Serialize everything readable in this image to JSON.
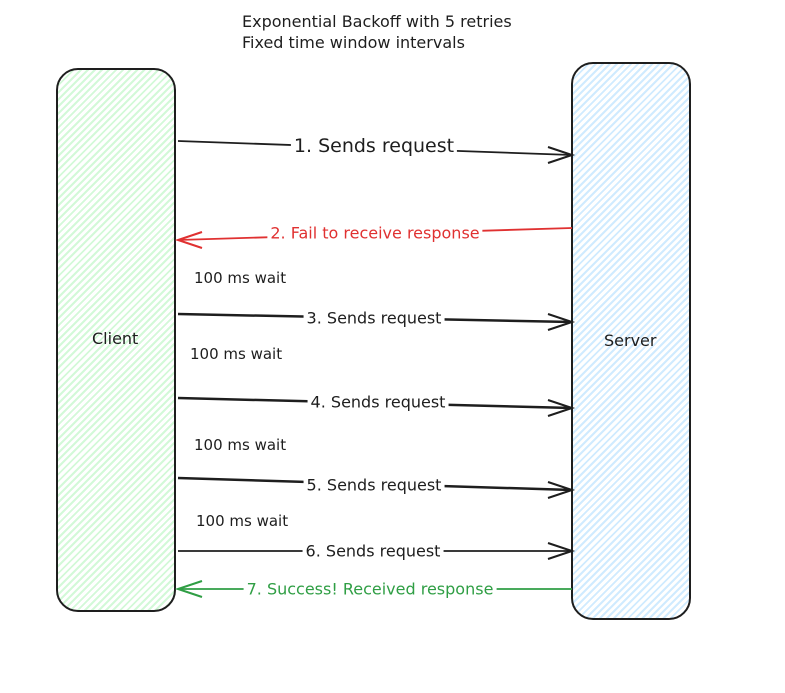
{
  "title": {
    "line1": "Exponential Backoff with 5 retries",
    "line2": "Fixed time window intervals"
  },
  "actors": {
    "client": {
      "label": "Client",
      "fill": "#d3f9d8"
    },
    "server": {
      "label": "Server",
      "fill": "#d0ebff"
    }
  },
  "colors": {
    "default": "#1e1e1e",
    "error": "#e03131",
    "success": "#2f9e44"
  },
  "messages": [
    {
      "label": "1. Sends request",
      "direction": "client-to-server",
      "status": "default"
    },
    {
      "label": "2. Fail to receive response",
      "direction": "server-to-client",
      "status": "error"
    },
    {
      "label": "3. Sends request",
      "direction": "client-to-server",
      "status": "default"
    },
    {
      "label": "4. Sends request",
      "direction": "client-to-server",
      "status": "default"
    },
    {
      "label": "5. Sends request",
      "direction": "client-to-server",
      "status": "default"
    },
    {
      "label": "6. Sends request",
      "direction": "client-to-server",
      "status": "default"
    },
    {
      "label": "7. Success! Received response",
      "direction": "server-to-client",
      "status": "success"
    }
  ],
  "waits": [
    "100 ms wait",
    "100 ms wait",
    "100 ms wait",
    "100 ms wait"
  ]
}
